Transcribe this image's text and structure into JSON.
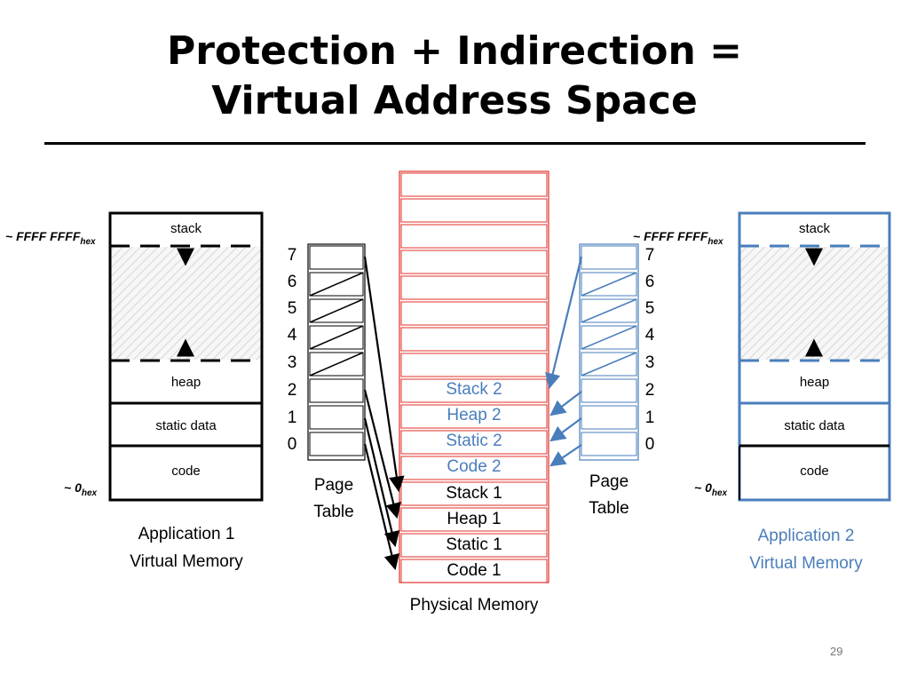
{
  "title": {
    "line1": "Protection + Indirection =",
    "line2": "Virtual Address Space"
  },
  "colors": {
    "app1": "#000000",
    "app2": "#4a7ebb",
    "physical_border": "#e0302a"
  },
  "app1": {
    "addr_high": "~ FFFF FFFF",
    "addr_high_sub": "hex",
    "addr_low": "~ 0",
    "addr_low_sub": "hex",
    "segments": {
      "stack": "stack",
      "heap": "heap",
      "static": "static data",
      "code": "code"
    },
    "caption_line1": "Application 1",
    "caption_line2": "Virtual Memory"
  },
  "app2": {
    "addr_high": "~ FFFF FFFF",
    "addr_high_sub": "hex",
    "addr_low": "~ 0",
    "addr_low_sub": "hex",
    "segments": {
      "stack": "stack",
      "heap": "heap",
      "static": "static data",
      "code": "code"
    },
    "caption_line1": "Application 2",
    "caption_line2": "Virtual Memory"
  },
  "page_table": {
    "indices": [
      "7",
      "6",
      "5",
      "4",
      "3",
      "2",
      "1",
      "0"
    ],
    "label_line1": "Page",
    "label_line2": "Table"
  },
  "physical_memory": {
    "caption": "Physical Memory",
    "blank_slots": 8,
    "entries": [
      {
        "label": "Stack 2",
        "owner": "app2"
      },
      {
        "label": "Heap 2",
        "owner": "app2"
      },
      {
        "label": "Static 2",
        "owner": "app2"
      },
      {
        "label": "Code 2",
        "owner": "app2"
      },
      {
        "label": "Stack 1",
        "owner": "app1"
      },
      {
        "label": "Heap 1",
        "owner": "app1"
      },
      {
        "label": "Static 1",
        "owner": "app1"
      },
      {
        "label": "Code 1",
        "owner": "app1"
      }
    ]
  },
  "slide_number": "29"
}
